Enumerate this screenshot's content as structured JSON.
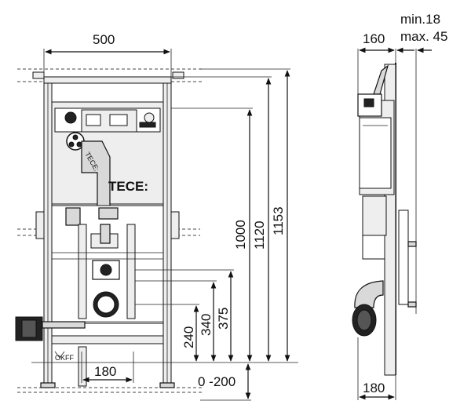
{
  "front_view": {
    "width_label": "500",
    "heights": [
      "1000",
      "1120",
      "1153"
    ],
    "pipe_heights": [
      "240",
      "340",
      "375"
    ],
    "floor_label": "0 -200",
    "offset_label": "180",
    "okff_label": "OKFF",
    "brand_label": "TECE:",
    "pipe_brand_label": "TECE:"
  },
  "side_view": {
    "depth_label": "160",
    "wall_min_label": "min.18",
    "wall_max_label": "max. 45",
    "bottom_label": "180"
  }
}
